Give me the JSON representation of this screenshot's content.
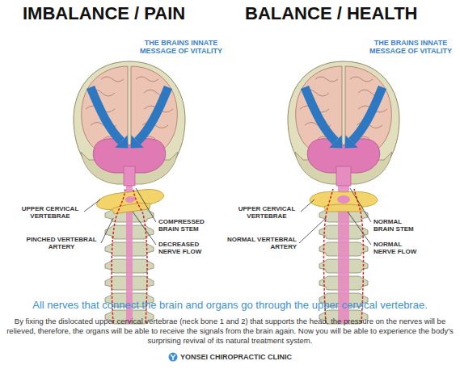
{
  "diagram": {
    "labels": [
      "IMBALANCE / PAIN",
      "BALANCE / HEALTH",
      "THE BRAINS INNATE MESSAGE OF VITALITY",
      "THE BRAINS INNATE MESSAGE OF VITALITY",
      "UPPER CERVICAL VERTEBRAE",
      "COMPRESSED BRAIN STEM",
      "PINCHED VERTEBRAL ARTERY",
      "DECREASED NERVE FLOW",
      "UPPER CERVICAL VERTEBRAE",
      "NORMAL BRAIN STEM",
      "NORMAL VERTEBRAL ARTERY",
      "NORMAL NERVE FLOW",
      "All nerves that connect the brain and organs go through the upper cervical vertebrae.",
      "By fixing the dislocated upper cervical vertebrae (neck bone 1 and 2) that supports the head, the pressure on the nerves will be relieved, therefore, the organs will be able to receive the signals from the brain again. Now you will be able to experience the body's surprising revival of its natural treatment system.",
      "YONSEI CHIROPRACTIC CLINIC"
    ]
  }
}
